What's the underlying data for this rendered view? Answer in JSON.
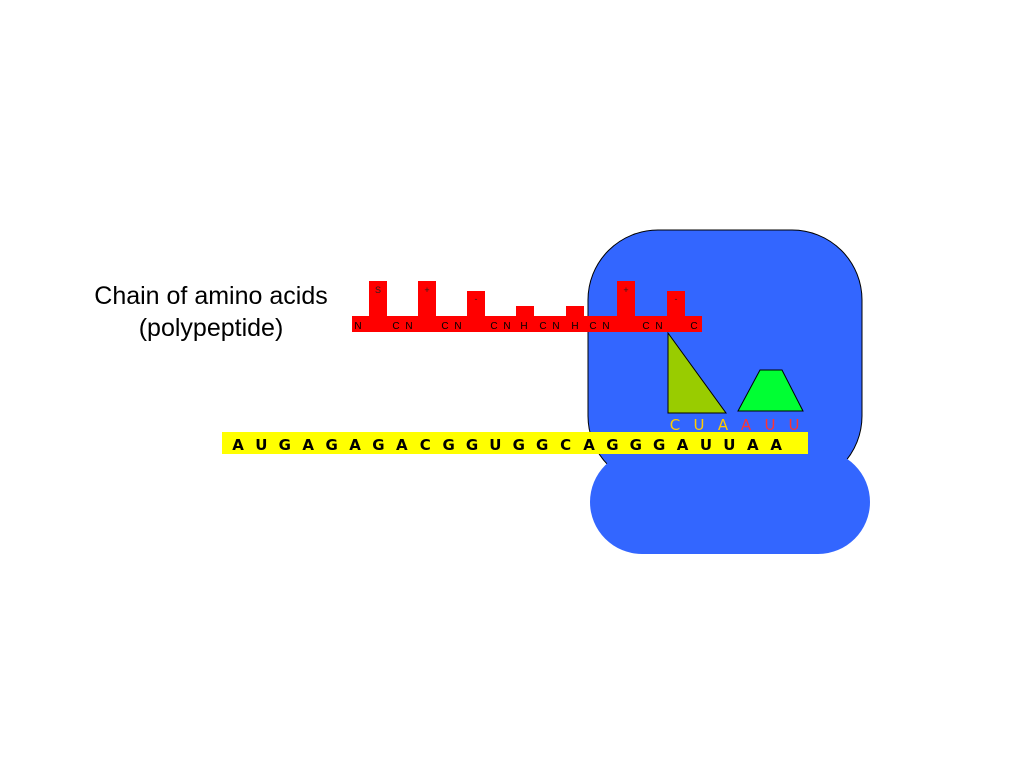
{
  "label": {
    "line1": "Chain of amino acids",
    "line2": "(polypeptide)"
  },
  "mrna": {
    "bases": [
      "A",
      "U",
      "G",
      "A",
      "G",
      "A",
      "G",
      "A",
      "C",
      "G",
      "G",
      "U",
      "G",
      "G",
      "C",
      "A",
      "G",
      "G",
      "G",
      "A",
      "U",
      "U",
      "A",
      "A"
    ]
  },
  "chain_letters": [
    "N",
    "C",
    "N",
    "C",
    "N",
    "C",
    "N",
    "H",
    "C",
    "N",
    "H",
    "C",
    "N",
    "C",
    "N",
    "C"
  ],
  "side_chain_symbols": [
    "S",
    "+",
    "-",
    "+",
    "-"
  ],
  "trna_anticodon_1": [
    "C",
    "U",
    "A"
  ],
  "trna_anticodon_2": [
    "A",
    "U",
    "U"
  ],
  "colors": {
    "ribosome": "#3366ff",
    "mrna": "#ffff00",
    "chain": "#ff0000",
    "trna_1": "#99cc00",
    "trna_2": "#00ff33",
    "anticodon_1": "#ffcc00",
    "anticodon_2": "#ff3333"
  }
}
